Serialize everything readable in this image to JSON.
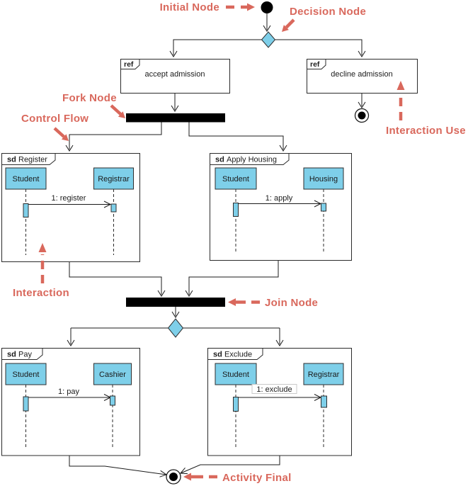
{
  "colors": {
    "annotation_color": "#d9685c",
    "node_fill": "#7ecfe9",
    "bar_color": "#000000"
  },
  "annotations": {
    "initial_node": "Initial Node",
    "decision_node": "Decision Node",
    "fork_node": "Fork Node",
    "control_flow": "Control Flow",
    "interaction_use": "Interaction Use",
    "interaction": "Interaction",
    "join_node": "Join Node",
    "activity_final": "Activity Final"
  },
  "refs": [
    {
      "tag": "ref",
      "label": "accept admission"
    },
    {
      "tag": "ref",
      "label": "decline admission"
    }
  ],
  "frames": [
    {
      "kind": "sd",
      "name": "Register",
      "lifelines": [
        "Student",
        "Registrar"
      ],
      "message": "1: register"
    },
    {
      "kind": "sd",
      "name": "Apply Housing",
      "lifelines": [
        "Student",
        "Housing"
      ],
      "message": "1: apply"
    },
    {
      "kind": "sd",
      "name": "Pay",
      "lifelines": [
        "Student",
        "Cashier"
      ],
      "message": "1: pay"
    },
    {
      "kind": "sd",
      "name": "Exclude",
      "lifelines": [
        "Student",
        "Registrar"
      ],
      "message": "1: exclude"
    }
  ]
}
